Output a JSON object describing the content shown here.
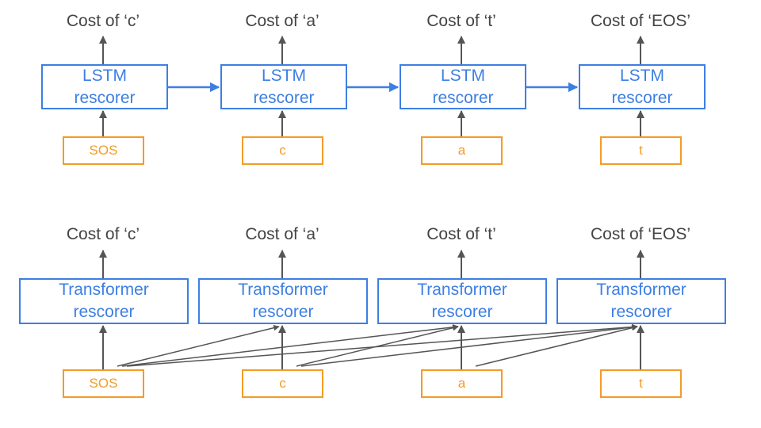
{
  "lstm_row": {
    "costs": [
      "Cost of ‘c’",
      "Cost of ‘a’",
      "Cost of ‘t’",
      "Cost of ‘EOS’"
    ],
    "box_line1": "LSTM",
    "box_line2": "rescorer",
    "tokens": [
      "SOS",
      "c",
      "a",
      "t"
    ]
  },
  "transformer_row": {
    "costs": [
      "Cost of ‘c’",
      "Cost of ‘a’",
      "Cost of ‘t’",
      "Cost of ‘EOS’"
    ],
    "box_line1": "Transformer",
    "box_line2": "rescorer",
    "tokens": [
      "SOS",
      "c",
      "a",
      "t"
    ]
  },
  "colors": {
    "model_border": "#3d7fe3",
    "token_border": "#f39c27",
    "arrow": "#555555",
    "recurrent_arrow": "#3d7fe3"
  }
}
